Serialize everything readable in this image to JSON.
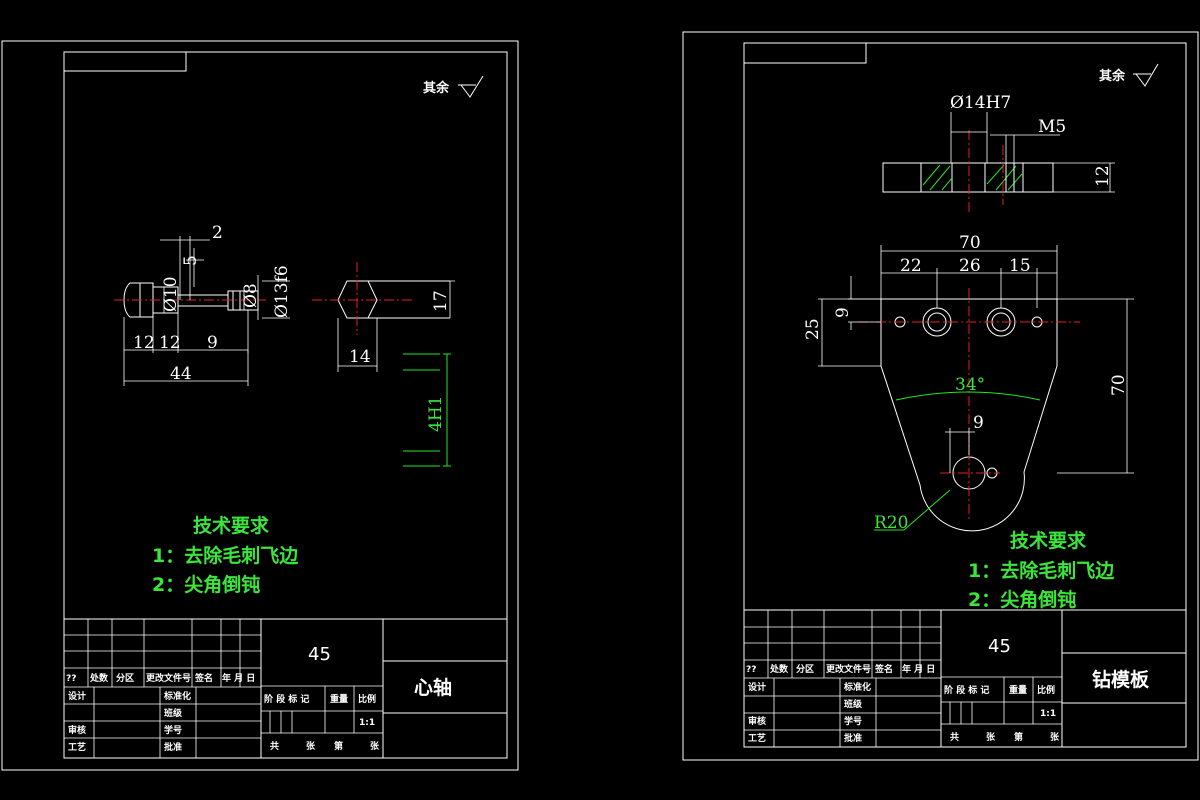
{
  "left_sheet": {
    "surface_note": "其余",
    "part_name": "心轴",
    "material": "45",
    "scale": "1:1",
    "dims": {
      "d_2": "2",
      "d_5": "5",
      "d_10": "Ø10",
      "d_8": "Ø8",
      "d_1346": "Ø13f6",
      "d_12a": "12",
      "d_12b": "12",
      "d_9": "9",
      "d_44": "44",
      "d_17": "17",
      "d_14": "14",
      "d_4h1": "4H1"
    },
    "tech": {
      "title": "技术要求",
      "item1": "1：去除毛刺飞边",
      "item2": "2：尖角倒钝"
    }
  },
  "right_sheet": {
    "surface_note": "其余",
    "part_name": "钻模板",
    "material": "45",
    "scale": "1:1",
    "dims": {
      "d_14h7": "Ø14H7",
      "d_m5": "M5",
      "d_12": "12",
      "d_70": "70",
      "d_22": "22",
      "d_26": "26",
      "d_15": "15",
      "d_9a": "9",
      "d_25": "25",
      "d_70v": "70",
      "d_34": "34°",
      "d_9b": "9",
      "d_r20": "R20"
    },
    "tech": {
      "title": "技术要求",
      "item1": "1：去除毛刺飞边",
      "item2": "2：尖角倒钝"
    }
  },
  "title_block": {
    "mark": "??",
    "count": "处数",
    "zone": "分区",
    "change_doc": "更改文件号",
    "sign": "签名",
    "date": "年 月 日",
    "design": "设计",
    "standard": "标准化",
    "class": "班级",
    "review": "审核",
    "student_id": "学号",
    "process": "工艺",
    "approve": "批准",
    "stage": "阶 段 标 记",
    "weight": "重量",
    "ratio": "比例",
    "total": "共",
    "sheets": "张",
    "sheet_no": "第",
    "sheets2": "张"
  },
  "colors": {
    "line": "#ffffff",
    "dimension": "#22e622",
    "center": "#e61e1e",
    "background": "#000000"
  }
}
